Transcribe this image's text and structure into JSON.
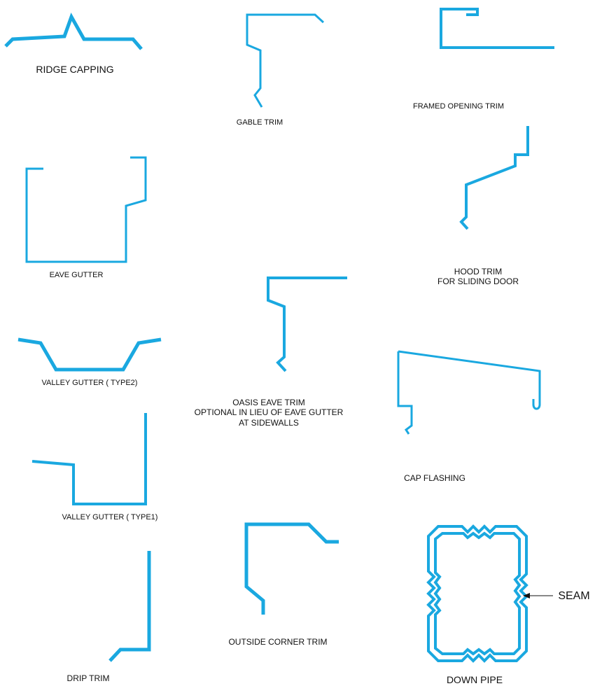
{
  "colors": {
    "profile_stroke": "#1aa8e0",
    "text": "#111111",
    "background": "#ffffff"
  },
  "labels": {
    "ridge_capping": "RIDGE CAPPING",
    "gable_trim": "GABLE TRIM",
    "framed_opening_trim": "FRAMED OPENING TRIM",
    "eave_gutter": "EAVE GUTTER",
    "hood_trim_line1": "HOOD TRIM",
    "hood_trim_line2": "FOR SLIDING DOOR",
    "valley_gutter_type2": "VALLEY GUTTER ( TYPE2)",
    "oasis_line1": "OASIS EAVE TRIM",
    "oasis_line2": "OPTIONAL IN LIEU OF EAVE GUTTER",
    "oasis_line3": "AT SIDEWALLS",
    "valley_gutter_type1": "VALLEY GUTTER ( TYPE1)",
    "cap_flashing": "CAP FLASHING",
    "outside_corner_trim": "OUTSIDE CORNER TRIM",
    "drip_trim": "DRIP TRIM",
    "down_pipe": "DOWN PIPE",
    "seam": "SEAM"
  }
}
